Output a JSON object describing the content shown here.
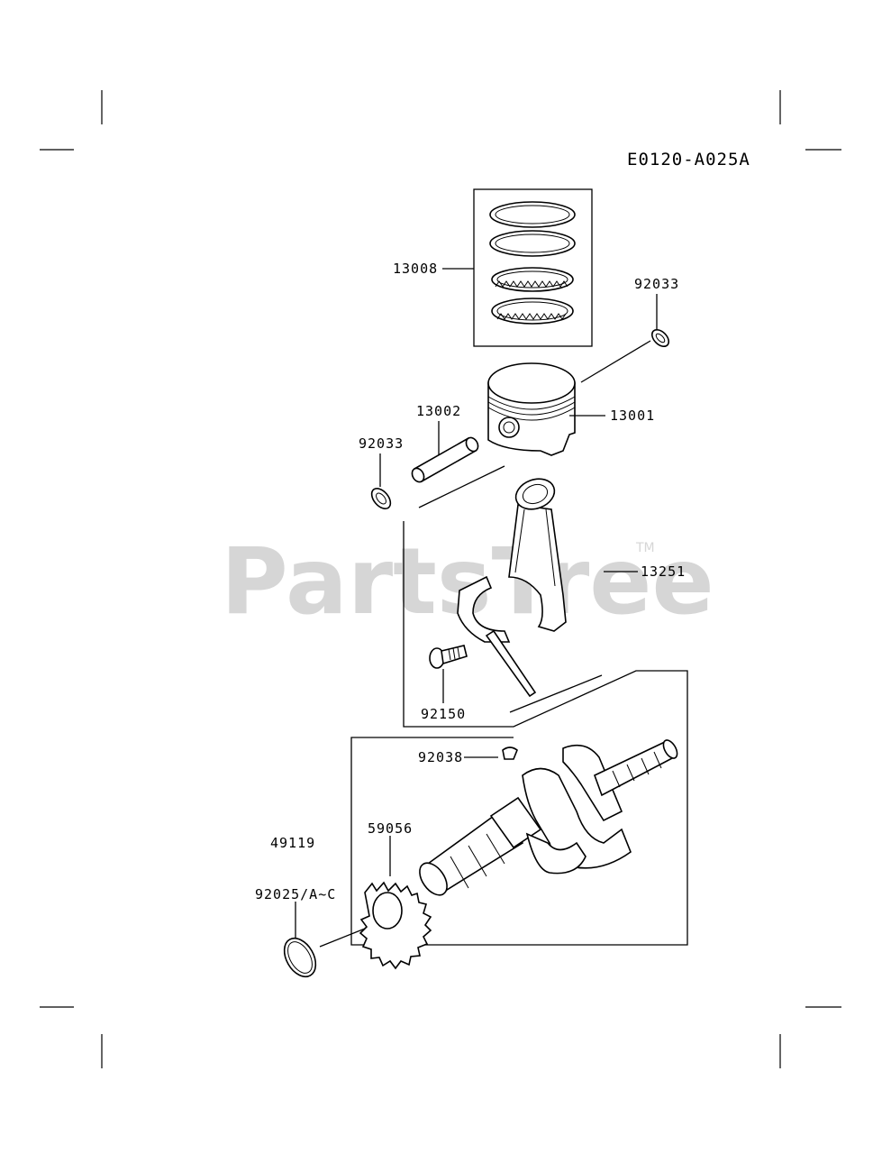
{
  "diagram_code": "E0120-A025A",
  "watermark": {
    "text": "PartsTree",
    "trademark": "TM"
  },
  "callouts": {
    "piston_ring_set": "13008",
    "retainer_ring_right": "92033",
    "piston_pin": "13002",
    "retainer_ring_left": "92033",
    "piston": "13001",
    "connecting_rod": "13251",
    "rod_bolt": "92150",
    "key": "92038",
    "crankshaft_assembly": "49119",
    "crankshaft_gear": "59056",
    "circlip": "92025/A~C"
  }
}
